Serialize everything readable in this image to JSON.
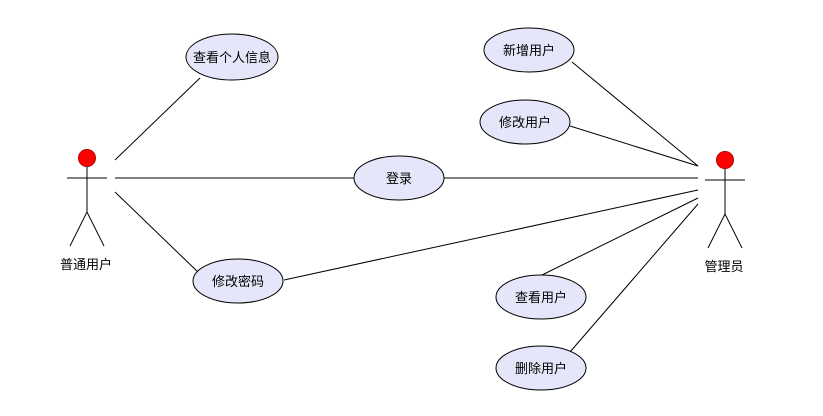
{
  "diagram": {
    "actors": [
      {
        "id": "user",
        "label": "普通用户",
        "head_color": "#ff0000"
      },
      {
        "id": "admin",
        "label": "管理员",
        "head_color": "#ff0000"
      }
    ],
    "use_cases": [
      {
        "id": "view_info",
        "label": "查看个人信息"
      },
      {
        "id": "login",
        "label": "登录"
      },
      {
        "id": "change_pwd",
        "label": "修改密码"
      },
      {
        "id": "add_user",
        "label": "新增用户"
      },
      {
        "id": "edit_user",
        "label": "修改用户"
      },
      {
        "id": "view_user",
        "label": "查看用户"
      },
      {
        "id": "delete_user",
        "label": "删除用户"
      }
    ],
    "associations": [
      [
        "user",
        "view_info"
      ],
      [
        "user",
        "login"
      ],
      [
        "user",
        "change_pwd"
      ],
      [
        "admin",
        "login"
      ],
      [
        "admin",
        "change_pwd"
      ],
      [
        "admin",
        "add_user"
      ],
      [
        "admin",
        "edit_user"
      ],
      [
        "admin",
        "view_user"
      ],
      [
        "admin",
        "delete_user"
      ]
    ],
    "colors": {
      "ellipse_fill": "#e6e6fa",
      "line": "#000000"
    }
  }
}
